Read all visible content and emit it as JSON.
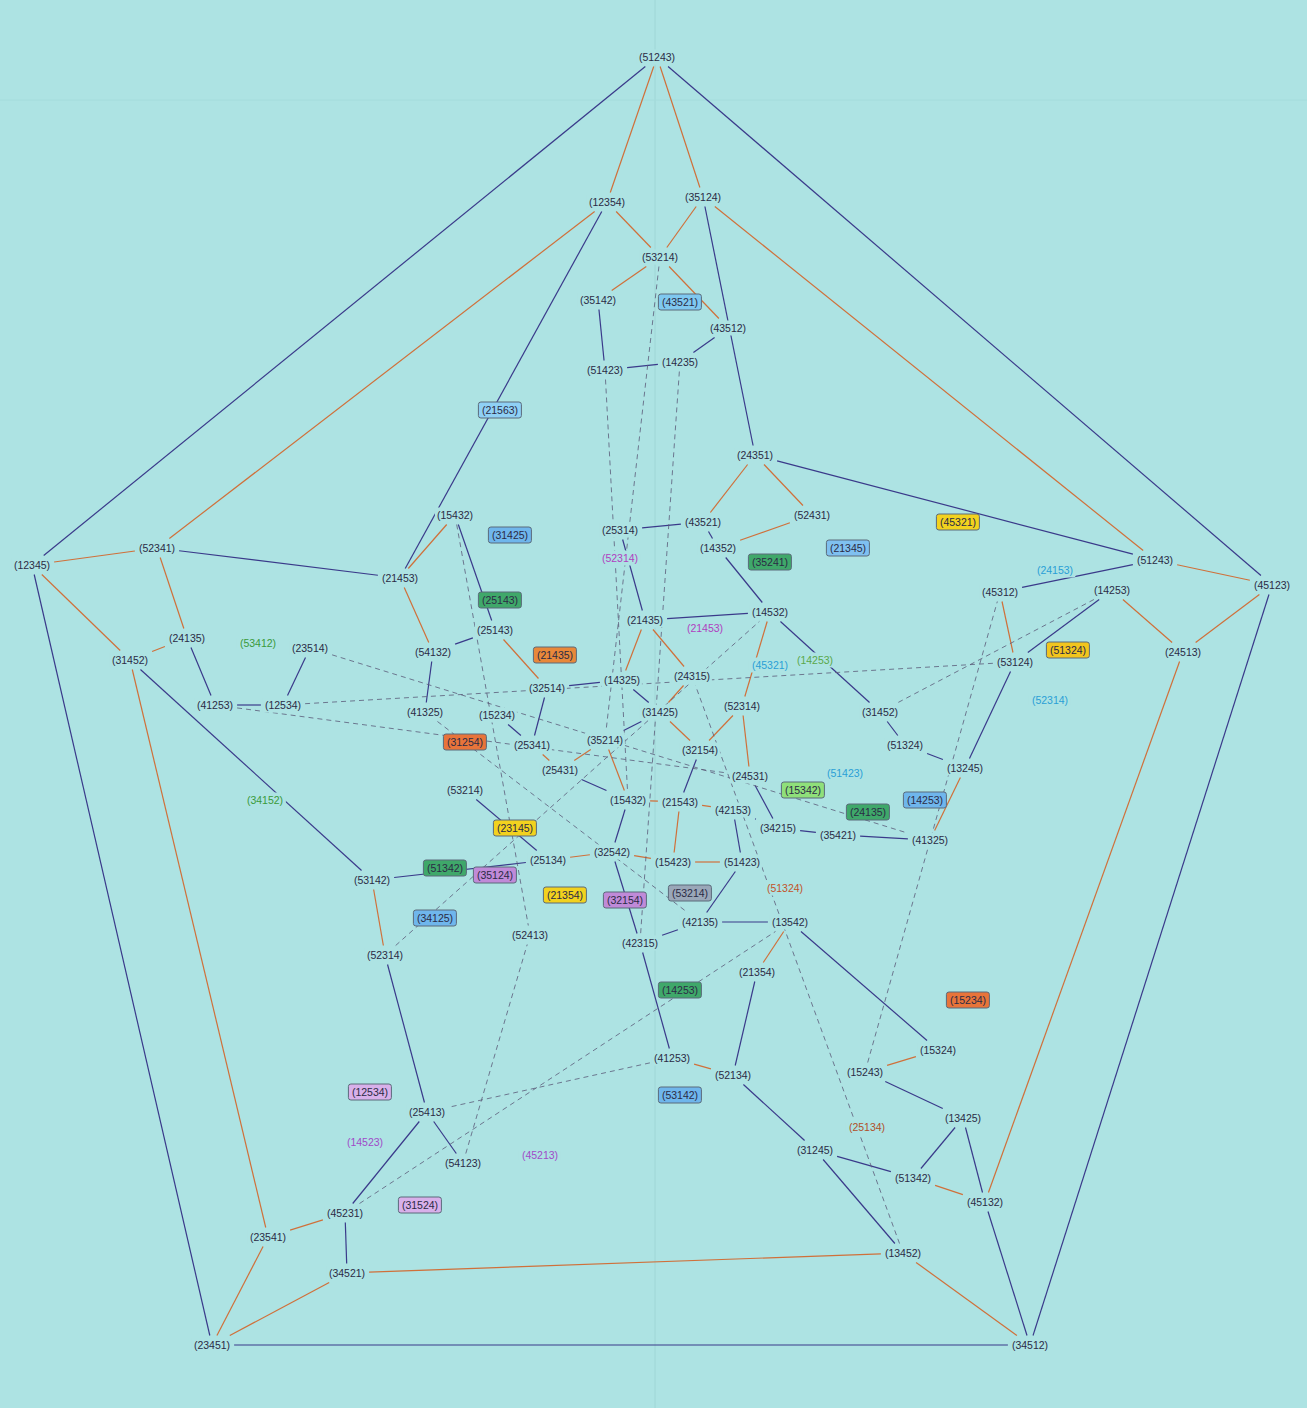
{
  "diagram": {
    "nodes": [
      {
        "text": [
          "(51243)"
        ]
      },
      {
        "text": [
          "(12345)"
        ]
      },
      {
        "text": [
          "(45123)"
        ]
      },
      {
        "text": [
          "(23451)"
        ]
      },
      {
        "text": [
          "(34512)"
        ]
      },
      {
        "text": [
          "(12354)"
        ]
      },
      {
        "text": [
          "(35124)"
        ]
      },
      {
        "text": [
          "(53214)"
        ]
      },
      {
        "text": [
          "(35142)"
        ]
      },
      {
        "text": [
          "(43512)"
        ]
      },
      {
        "text": [
          "(51423)"
        ]
      },
      {
        "text": [
          "(14235)"
        ]
      },
      {
        "text": [
          "(24351)"
        ]
      },
      {
        "text": [
          "(52431)"
        ]
      },
      {
        "text": [
          "(43521)"
        ]
      },
      {
        "text": [
          "(25314)"
        ]
      },
      {
        "text": [
          "(14352)"
        ]
      },
      {
        "text": [
          "(52341)"
        ]
      },
      {
        "text": [
          "(31452)"
        ]
      },
      {
        "text": [
          "(24135)"
        ]
      },
      {
        "text": [
          "(41253)"
        ]
      },
      {
        "text": [
          "(12534)"
        ]
      },
      {
        "text": [
          "(23514)"
        ]
      },
      {
        "text": [
          "(21453)"
        ]
      },
      {
        "text": [
          "(15432)"
        ]
      },
      {
        "text": [
          "(54132)"
        ]
      },
      {
        "text": [
          "(41325)"
        ]
      },
      {
        "text": [
          "(45312)"
        ]
      },
      {
        "text": [
          "(53124)"
        ]
      },
      {
        "text": [
          "(14253)"
        ]
      },
      {
        "text": [
          "(24513)"
        ]
      },
      {
        "text": [
          "(51243)"
        ]
      },
      {
        "text": [
          "(13245)"
        ]
      },
      {
        "text": [
          "(41325)"
        ]
      },
      {
        "text": [
          "(31452)"
        ]
      },
      {
        "text": [
          "(51324)"
        ]
      },
      {
        "text": [
          "(21435)"
        ]
      },
      {
        "text": [
          "(14532)"
        ]
      },
      {
        "text": [
          "(14325)"
        ]
      },
      {
        "text": [
          "(24315)"
        ]
      },
      {
        "text": [
          "(31425)"
        ]
      },
      {
        "text": [
          "(25143)"
        ]
      },
      {
        "text": [
          "(25341)"
        ]
      },
      {
        "text": [
          "(35214)"
        ]
      },
      {
        "text": [
          "(32154)"
        ]
      },
      {
        "text": [
          "(52314)"
        ]
      },
      {
        "text": [
          "(24531)"
        ]
      },
      {
        "text": [
          "(15432)"
        ]
      },
      {
        "text": [
          "(21543)"
        ]
      },
      {
        "text": [
          "(42153)"
        ]
      },
      {
        "text": [
          "(34215)"
        ]
      },
      {
        "text": [
          "(35421)"
        ]
      },
      {
        "text": [
          "(25134)"
        ]
      },
      {
        "text": [
          "(32542)"
        ]
      },
      {
        "text": [
          "(15423)"
        ]
      },
      {
        "text": [
          "(51423)"
        ]
      },
      {
        "text": [
          "(42135)"
        ]
      },
      {
        "text": [
          "(42315)"
        ]
      },
      {
        "text": [
          "(13542)"
        ]
      },
      {
        "text": [
          "(21354)"
        ]
      },
      {
        "text": [
          "(52413)"
        ]
      },
      {
        "text": [
          "(53142)"
        ]
      },
      {
        "text": [
          "(52314)"
        ]
      },
      {
        "text": [
          "(41253)"
        ]
      },
      {
        "text": [
          "(52134)"
        ]
      },
      {
        "text": [
          "(31245)"
        ]
      },
      {
        "text": [
          "(51342)"
        ]
      },
      {
        "text": [
          "(13425)"
        ]
      },
      {
        "text": [
          "(15243)"
        ]
      },
      {
        "text": [
          "(15324)"
        ]
      },
      {
        "text": [
          "(45132)"
        ]
      },
      {
        "text": [
          "(13452)"
        ]
      },
      {
        "text": [
          "(25413)"
        ]
      },
      {
        "text": [
          "(54123)"
        ]
      },
      {
        "text": [
          "(45231)"
        ]
      },
      {
        "text": [
          "(34521)"
        ]
      },
      {
        "text": [
          "(23541)"
        ]
      },
      {
        "text": [
          "(15234)"
        ]
      },
      {
        "text": [
          "(25431)"
        ]
      },
      {
        "text": [
          "(53214)"
        ]
      },
      {
        "text": [
          "(32514)"
        ]
      }
    ],
    "edges": [
      {
        "from": 0,
        "to": 1,
        "arrow": "none"
      },
      {
        "from": 1,
        "to": 3,
        "arrow": "none"
      },
      {
        "from": 3,
        "to": 4,
        "arrow": "none"
      },
      {
        "from": 4,
        "to": 2,
        "arrow": "none"
      },
      {
        "from": 2,
        "to": 0,
        "arrow": "none"
      },
      {
        "from": 0,
        "to": 5,
        "arrow": "none"
      },
      {
        "from": 0,
        "to": 6,
        "arrow": "none"
      },
      {
        "from": 1,
        "to": 17,
        "arrow": "none"
      },
      {
        "from": 1,
        "to": 18,
        "arrow": "none"
      },
      {
        "from": 2,
        "to": 31,
        "arrow": "none"
      },
      {
        "from": 2,
        "to": 30,
        "arrow": "none"
      },
      {
        "from": 3,
        "to": 76,
        "arrow": "none"
      },
      {
        "from": 3,
        "to": 75,
        "arrow": "none"
      },
      {
        "from": 4,
        "to": 71,
        "arrow": "none"
      },
      {
        "from": 4,
        "to": 70,
        "arrow": "none"
      },
      {
        "from": 5,
        "to": 17,
        "arrow": "none"
      },
      {
        "from": 6,
        "to": 31,
        "arrow": "none"
      },
      {
        "from": 30,
        "to": 70,
        "arrow": "none"
      },
      {
        "from": 75,
        "to": 71,
        "arrow": "none"
      },
      {
        "from": 18,
        "to": 76,
        "arrow": "none"
      },
      {
        "from": 5,
        "to": 7,
        "arrow": "none"
      },
      {
        "from": 6,
        "to": 7,
        "arrow": "none"
      },
      {
        "from": 7,
        "to": 8,
        "arrow": "none"
      },
      {
        "from": 7,
        "to": 9,
        "arrow": "none"
      },
      {
        "from": 8,
        "to": 10,
        "arrow": "none"
      },
      {
        "from": 10,
        "to": 11,
        "arrow": "none"
      },
      {
        "from": 11,
        "to": 9,
        "arrow": "none"
      },
      {
        "from": 6,
        "to": 12,
        "arrow": "none"
      },
      {
        "from": 5,
        "to": 23,
        "arrow": "none"
      },
      {
        "from": 12,
        "to": 13,
        "arrow": "none"
      },
      {
        "from": 12,
        "to": 14,
        "arrow": "none"
      },
      {
        "from": 13,
        "to": 16,
        "arrow": "none"
      },
      {
        "from": 14,
        "to": 16,
        "arrow": "none"
      },
      {
        "from": 14,
        "to": 15,
        "arrow": "none"
      },
      {
        "from": 12,
        "to": 31,
        "arrow": "none"
      },
      {
        "from": 17,
        "to": 19,
        "arrow": "none"
      },
      {
        "from": 18,
        "to": 19,
        "arrow": "none"
      },
      {
        "from": 19,
        "to": 20,
        "arrow": "none"
      },
      {
        "from": 20,
        "to": 21,
        "arrow": "none"
      },
      {
        "from": 21,
        "to": 22,
        "arrow": "none"
      },
      {
        "from": 17,
        "to": 23,
        "arrow": "none"
      },
      {
        "from": 23,
        "to": 24,
        "arrow": "none"
      },
      {
        "from": 23,
        "to": 25,
        "arrow": "none"
      },
      {
        "from": 25,
        "to": 26,
        "arrow": "none"
      },
      {
        "from": 24,
        "to": 41,
        "arrow": "none"
      },
      {
        "from": 31,
        "to": 27,
        "arrow": "none"
      },
      {
        "from": 27,
        "to": 28,
        "arrow": "none"
      },
      {
        "from": 28,
        "to": 29,
        "arrow": "none"
      },
      {
        "from": 29,
        "to": 30,
        "arrow": "none"
      },
      {
        "from": 28,
        "to": 32,
        "arrow": "none"
      },
      {
        "from": 32,
        "to": 33,
        "arrow": "none"
      },
      {
        "from": 32,
        "to": 35,
        "arrow": "none"
      },
      {
        "from": 34,
        "to": 35,
        "arrow": "none"
      },
      {
        "from": 33,
        "to": 51,
        "arrow": "none"
      },
      {
        "from": 34,
        "to": 37,
        "arrow": "none"
      },
      {
        "from": 36,
        "to": 37,
        "arrow": "none"
      },
      {
        "from": 36,
        "to": 38,
        "arrow": "none"
      },
      {
        "from": 36,
        "to": 39,
        "arrow": "none"
      },
      {
        "from": 38,
        "to": 40,
        "arrow": "none"
      },
      {
        "from": 39,
        "to": 40,
        "arrow": "none"
      },
      {
        "from": 40,
        "to": 43,
        "arrow": "none"
      },
      {
        "from": 40,
        "to": 44,
        "arrow": "none"
      },
      {
        "from": 44,
        "to": 45,
        "arrow": "none"
      },
      {
        "from": 44,
        "to": 48,
        "arrow": "none"
      },
      {
        "from": 43,
        "to": 47,
        "arrow": "none"
      },
      {
        "from": 47,
        "to": 48,
        "arrow": "none"
      },
      {
        "from": 48,
        "to": 49,
        "arrow": "none"
      },
      {
        "from": 49,
        "to": 50,
        "arrow": "none"
      },
      {
        "from": 50,
        "to": 51,
        "arrow": "none"
      },
      {
        "from": 48,
        "to": 54,
        "arrow": "none"
      },
      {
        "from": 54,
        "to": 55,
        "arrow": "none"
      },
      {
        "from": 55,
        "to": 49,
        "arrow": "none"
      },
      {
        "from": 54,
        "to": 53,
        "arrow": "none"
      },
      {
        "from": 53,
        "to": 52,
        "arrow": "none"
      },
      {
        "from": 47,
        "to": 53,
        "arrow": "none"
      },
      {
        "from": 56,
        "to": 55,
        "arrow": "none"
      },
      {
        "from": 56,
        "to": 57,
        "arrow": "none"
      },
      {
        "from": 57,
        "to": 53,
        "arrow": "none"
      },
      {
        "from": 56,
        "to": 58,
        "arrow": "none"
      },
      {
        "from": 58,
        "to": 59,
        "arrow": "none"
      },
      {
        "from": 59,
        "to": 64,
        "arrow": "none"
      },
      {
        "from": 64,
        "to": 63,
        "arrow": "none"
      },
      {
        "from": 63,
        "to": 57,
        "arrow": "none"
      },
      {
        "from": 41,
        "to": 80,
        "arrow": "none"
      },
      {
        "from": 80,
        "to": 42,
        "arrow": "none"
      },
      {
        "from": 42,
        "to": 78,
        "arrow": "none"
      },
      {
        "from": 78,
        "to": 47,
        "arrow": "none"
      },
      {
        "from": 41,
        "to": 25,
        "arrow": "none"
      },
      {
        "from": 77,
        "to": 42,
        "arrow": "none"
      },
      {
        "from": 79,
        "to": 52,
        "arrow": "none"
      },
      {
        "from": 45,
        "to": 37,
        "arrow": "none"
      },
      {
        "from": 46,
        "to": 50,
        "arrow": "none"
      },
      {
        "from": 45,
        "to": 46,
        "arrow": "none"
      },
      {
        "from": 15,
        "to": 36,
        "arrow": "none"
      },
      {
        "from": 16,
        "to": 37,
        "arrow": "none"
      },
      {
        "from": 38,
        "to": 80,
        "arrow": "none"
      },
      {
        "from": 43,
        "to": 78,
        "arrow": "none"
      },
      {
        "from": 61,
        "to": 62,
        "arrow": "none"
      },
      {
        "from": 61,
        "to": 18,
        "arrow": "none"
      },
      {
        "from": 62,
        "to": 72,
        "arrow": "none"
      },
      {
        "from": 72,
        "to": 73,
        "arrow": "none"
      },
      {
        "from": 72,
        "to": 74,
        "arrow": "none"
      },
      {
        "from": 74,
        "to": 75,
        "arrow": "none"
      },
      {
        "from": 74,
        "to": 76,
        "arrow": "none"
      },
      {
        "from": 73,
        "to": 60,
        "arrow": "none"
      },
      {
        "from": 61,
        "to": 52,
        "arrow": "none"
      },
      {
        "from": 65,
        "to": 66,
        "arrow": "none"
      },
      {
        "from": 66,
        "to": 67,
        "arrow": "none"
      },
      {
        "from": 67,
        "to": 68,
        "arrow": "none"
      },
      {
        "from": 68,
        "to": 69,
        "arrow": "none"
      },
      {
        "from": 65,
        "to": 71,
        "arrow": "none"
      },
      {
        "from": 66,
        "to": 70,
        "arrow": "none"
      },
      {
        "from": 69,
        "to": 58,
        "arrow": "none"
      },
      {
        "from": 67,
        "to": 70,
        "arrow": "none"
      },
      {
        "from": 64,
        "to": 65,
        "arrow": "none"
      },
      {
        "from": 63,
        "to": 72,
        "arrow": "none"
      },
      {
        "from": 7,
        "to": 43,
        "arrow": "none"
      },
      {
        "from": 10,
        "to": 47,
        "arrow": "none"
      },
      {
        "from": 11,
        "to": 57,
        "arrow": "none"
      },
      {
        "from": 22,
        "to": 33,
        "arrow": "none"
      },
      {
        "from": 21,
        "to": 28,
        "arrow": "none"
      },
      {
        "from": 24,
        "to": 60,
        "arrow": "none"
      },
      {
        "from": 29,
        "to": 34,
        "arrow": "none"
      },
      {
        "from": 62,
        "to": 37,
        "arrow": "none"
      },
      {
        "from": 74,
        "to": 58,
        "arrow": "none"
      },
      {
        "from": 20,
        "to": 46,
        "arrow": "none"
      },
      {
        "from": 26,
        "to": 56,
        "arrow": "none"
      },
      {
        "from": 68,
        "to": 27,
        "arrow": "none"
      },
      {
        "from": 71,
        "to": 39,
        "arrow": "none"
      }
    ],
    "labels": [
      "(43521)",
      "(21563)",
      "(31425)",
      "(35241)",
      "(45321)",
      "(21345)",
      "(24153)",
      "(51324)",
      "(52314)",
      "(53412)",
      "(34152)",
      "(25143)",
      "(31254)",
      "(21435)",
      "(23145)",
      "(35124)",
      "(21354)",
      "(32154)",
      "(53214)",
      "(51324)",
      "(15342)",
      "(14253)",
      "(45321)",
      "(51423)",
      "(14253)",
      "(24135)",
      "(15234)",
      "(14253)",
      "(53142)",
      "(25134)",
      "(12534)",
      "(14523)",
      "(45213)",
      "(31524)",
      "(51342)",
      "(34125)",
      "(21453)",
      "(52314)"
    ]
  }
}
